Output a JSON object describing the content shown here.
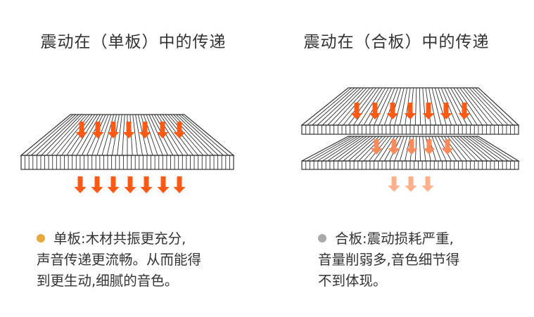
{
  "colors": {
    "arrow_strong": "#ff5a14",
    "arrow_soft": "#ff8a5a",
    "arrow_faint": "#ffb08a",
    "dot_single": "#e8a83c",
    "dot_composite": "#a9a9a9",
    "board_line": "#333333"
  },
  "single": {
    "title": "震动在（单板）中的传递",
    "caption_line1": "单板:木材共振更充分,",
    "caption_line2": "声音传递更流畅。从而能得",
    "caption_line3": "到更生动,细腻的音色。"
  },
  "composite": {
    "title": "震动在（合板）中的传递",
    "caption_line1": "合板:震动损耗严重,",
    "caption_line2": "音量削弱多,音色细节得",
    "caption_line3": "不到体现。"
  }
}
